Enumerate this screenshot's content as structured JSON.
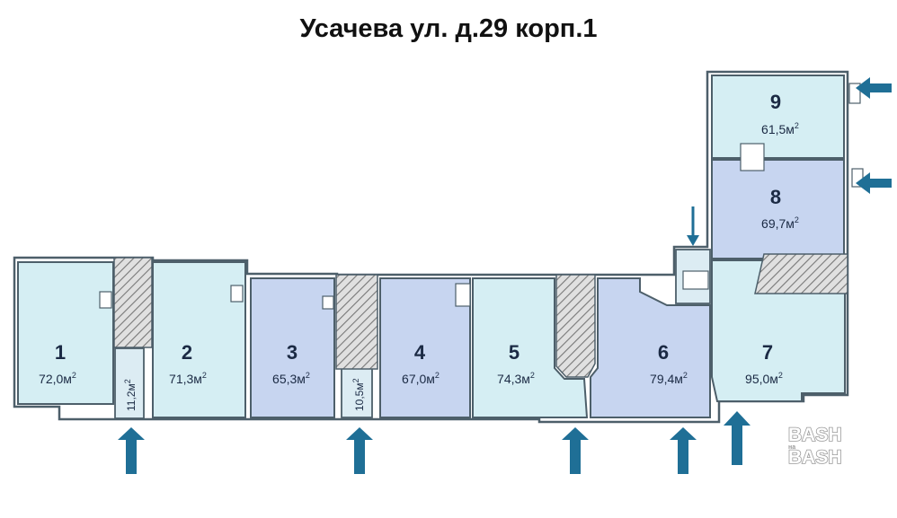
{
  "title": "Усачева ул. д.29 корп.1",
  "units": [
    {
      "number": "1",
      "area": "72,0м",
      "color": "#d5eef3"
    },
    {
      "number": "2",
      "area": "71,3м",
      "color": "#d5eef3"
    },
    {
      "number": "3",
      "area": "65,3м",
      "color": "#c7d5f0"
    },
    {
      "number": "4",
      "area": "67,0м",
      "color": "#c7d5f0"
    },
    {
      "number": "5",
      "area": "74,3м",
      "color": "#d5eef3"
    },
    {
      "number": "6",
      "area": "79,4м",
      "color": "#c7d5f0"
    },
    {
      "number": "7",
      "area": "95,0м",
      "color": "#d5eef3"
    },
    {
      "number": "8",
      "area": "69,7м",
      "color": "#c7d5f0"
    },
    {
      "number": "9",
      "area": "61,5м",
      "color": "#d5eef3"
    }
  ],
  "small_units": [
    {
      "area": "11,2м"
    },
    {
      "area": "10,5м"
    }
  ],
  "area_superscript": "2",
  "colors": {
    "wall": "#4d5f6a",
    "hatch": "#8a8a8a",
    "arrow": "#1f6f96"
  },
  "logo": {
    "line1": "BASH",
    "middle": "на",
    "line2": "BASH"
  }
}
